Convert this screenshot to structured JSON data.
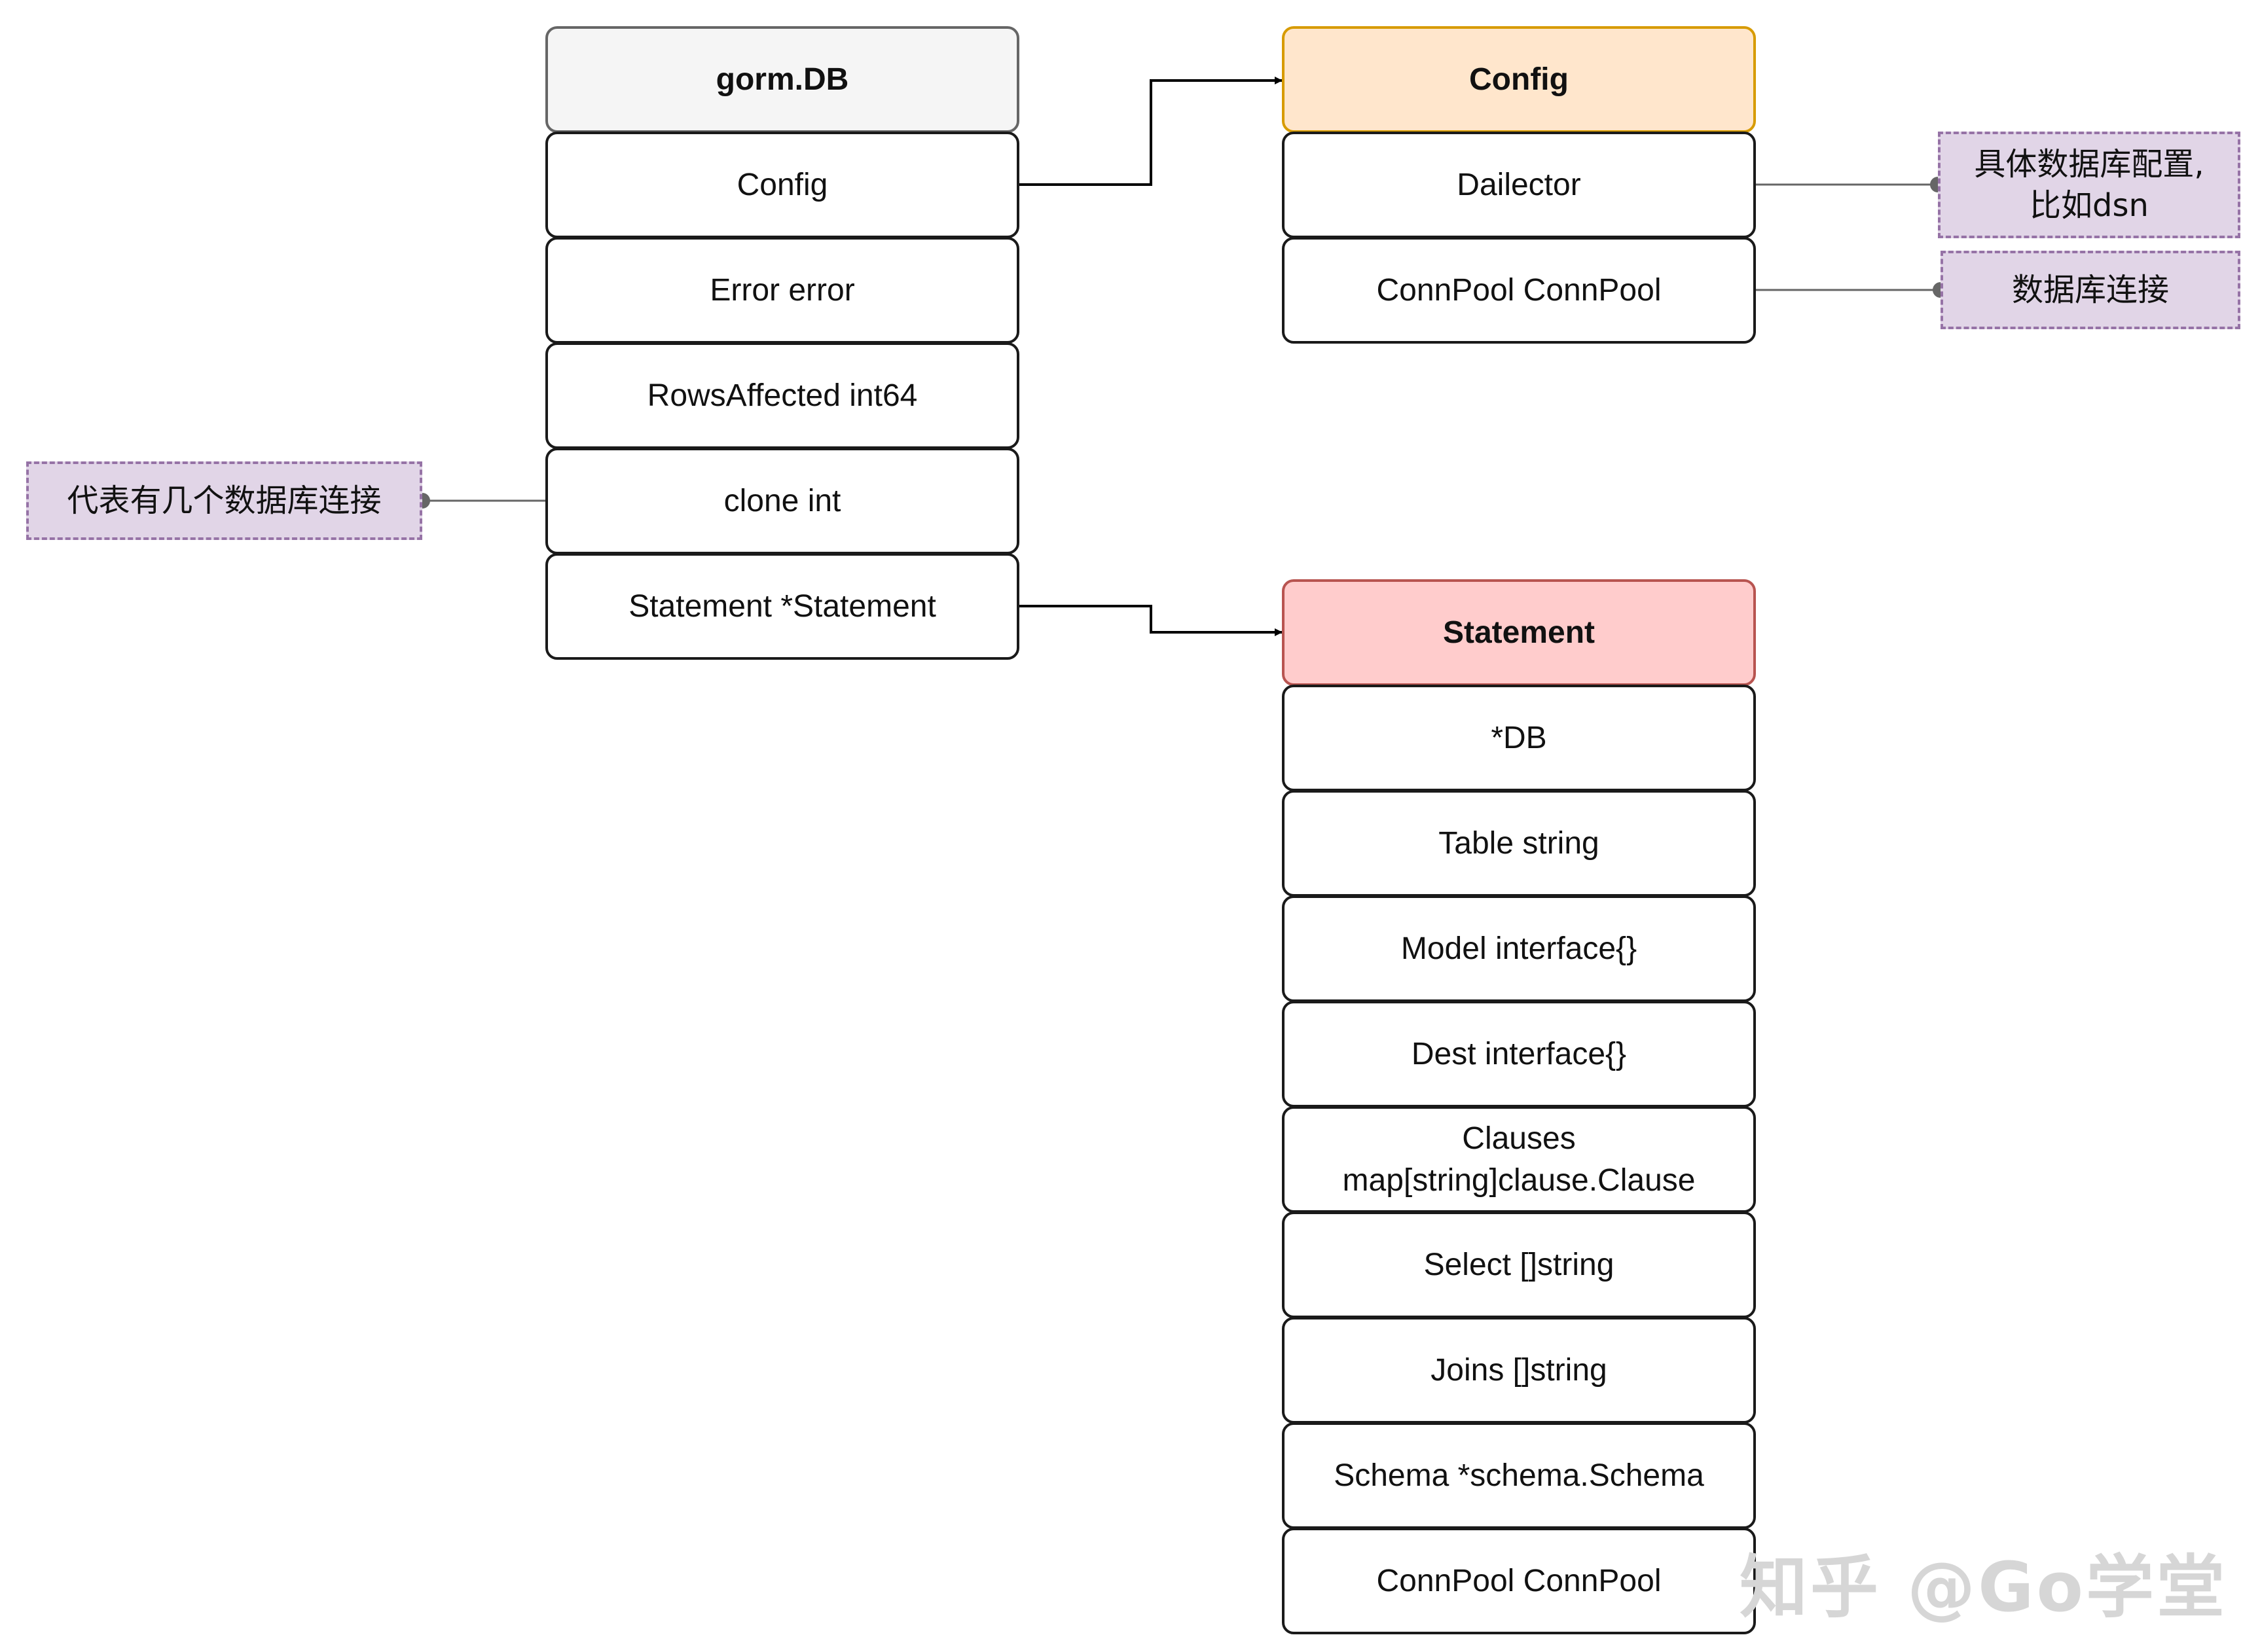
{
  "gorm_db": {
    "title": "gorm.DB",
    "fields": [
      "Config",
      "Error error",
      "RowsAffected int64",
      "clone int",
      "Statement *Statement"
    ]
  },
  "config": {
    "title": "Config",
    "fields": [
      "Dailector",
      "ConnPool ConnPool"
    ]
  },
  "statement": {
    "title": "Statement",
    "fields": [
      "*DB",
      "Table string",
      "Model interface{}",
      "Dest interface{}",
      "Clauses\nmap[string]clause.Clause",
      "Select []string",
      "Joins []string",
      "Schema *schema.Schema",
      "ConnPool ConnPool"
    ]
  },
  "notes": {
    "dialector_note": "具体数据库配置,\n比如dsn",
    "connpool_note": "数据库连接",
    "clone_note": "代表有几个数据库连接"
  },
  "watermark": "知乎 @Go学堂",
  "colors": {
    "db_header_fill": "#f5f5f5",
    "config_header_fill": "#ffe6cc",
    "statement_header_fill": "#ffcccc",
    "note_fill": "#e1d5e7",
    "note_border": "#9673a6"
  }
}
